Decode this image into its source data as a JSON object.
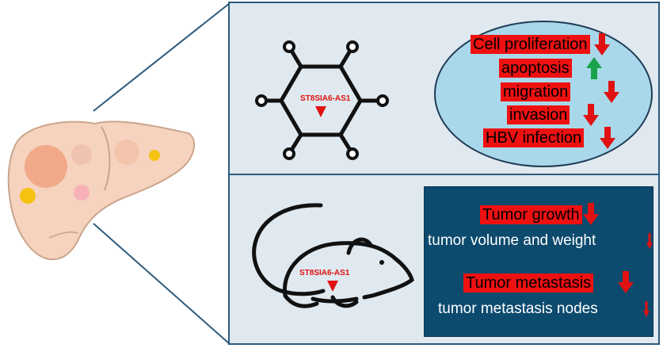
{
  "molecule_label": "ST8SIA6-AS1",
  "invitro_effects": [
    {
      "text": "Cell proliferation",
      "arrow": "down"
    },
    {
      "text": "apoptosis",
      "arrow": "up"
    },
    {
      "text": "migration",
      "arrow": "down"
    },
    {
      "text": "invasion",
      "arrow": "down"
    },
    {
      "text": "HBV infection",
      "arrow": "down"
    }
  ],
  "invivo_effects": [
    {
      "text": "Tumor growth",
      "arrow": "down",
      "highlighted": true
    },
    {
      "text": "tumor volume and weight",
      "arrow": "down",
      "highlighted": false
    },
    {
      "text": "Tumor metastasis",
      "arrow": "down",
      "highlighted": true
    },
    {
      "text": "tumor metastasis nodes",
      "arrow": "down",
      "highlighted": false
    }
  ],
  "colors": {
    "frame": "#2c5a7c",
    "panel_bg": "#dfe9ef",
    "ellipse_fill": "#a9d8ea",
    "highlight": "#ee1111",
    "arrow_down": "#e01111",
    "arrow_up": "#1aa34a",
    "dark_box": "#0c4a6e",
    "liver": "#f6d3bf"
  },
  "icons": [
    "liver-icon",
    "molecule-icon",
    "mouse-icon",
    "down-arrow-icon",
    "up-arrow-icon"
  ]
}
